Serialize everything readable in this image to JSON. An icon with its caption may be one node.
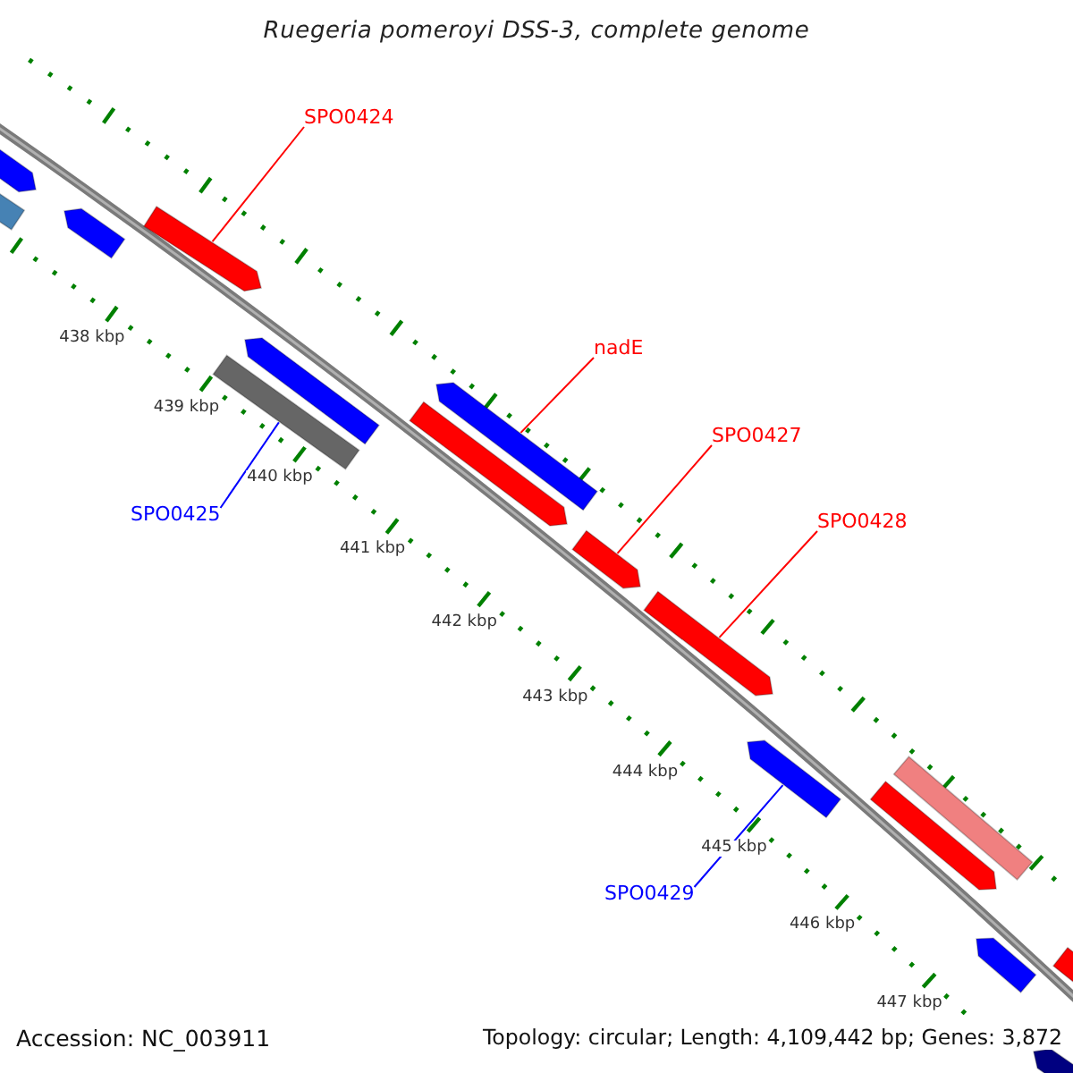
{
  "diagram": {
    "title": "Ruegeria pomeroyi DSS-3, complete genome",
    "nodes": [
      {
        "text": [
          "SPO0424"
        ]
      },
      {
        "text": [
          "nadE"
        ]
      },
      {
        "text": [
          "SPO0427"
        ]
      },
      {
        "text": [
          "SPO0425"
        ]
      },
      {
        "text": [
          "SPO0428"
        ]
      },
      {
        "text": [
          "SPO0429"
        ]
      },
      {
        "text": [],
        "shape": "bar"
      },
      {
        "text": [],
        "shape": "bar"
      },
      {
        "text": [],
        "shape": "bar"
      },
      {
        "text": [],
        "shape": "bar"
      },
      {
        "text": [],
        "shape": "bar"
      },
      {
        "text": [],
        "shape": "bar"
      },
      {
        "text": [],
        "shape": "bar"
      },
      {
        "text": [],
        "shape": "bar"
      },
      {
        "text": [],
        "shape": "bar"
      },
      {
        "text": [],
        "shape": "bar"
      },
      {
        "text": [],
        "shape": "bar"
      },
      {
        "text": [],
        "shape": "bar"
      },
      {
        "text": [],
        "shape": "bar"
      },
      {
        "text": [],
        "shape": "bar"
      },
      {
        "text": [],
        "shape": "bar"
      },
      {
        "text": [],
        "shape": "bar"
      }
    ],
    "edges": [
      {
        "from": 0,
        "to": 9,
        "arrow": "none"
      },
      {
        "from": 1,
        "to": 13,
        "arrow": "none"
      },
      {
        "from": 2,
        "to": 14,
        "arrow": "none"
      },
      {
        "from": 3,
        "to": 10,
        "arrow": "none",
        "color": "#0000ff"
      },
      {
        "from": 4,
        "to": 15,
        "arrow": "none"
      },
      {
        "from": 5,
        "to": 16,
        "arrow": "none",
        "color": "#0000ff"
      }
    ],
    "labels": [
      "438 kbp",
      "439 kbp",
      "440 kbp",
      "441 kbp",
      "442 kbp",
      "443 kbp",
      "444 kbp",
      "445 kbp",
      "446 kbp",
      "447 kbp",
      "Accession: NC_003911",
      "Topology: circular; Length: 4,109,442 bp; Genes: 3,872"
    ]
  }
}
